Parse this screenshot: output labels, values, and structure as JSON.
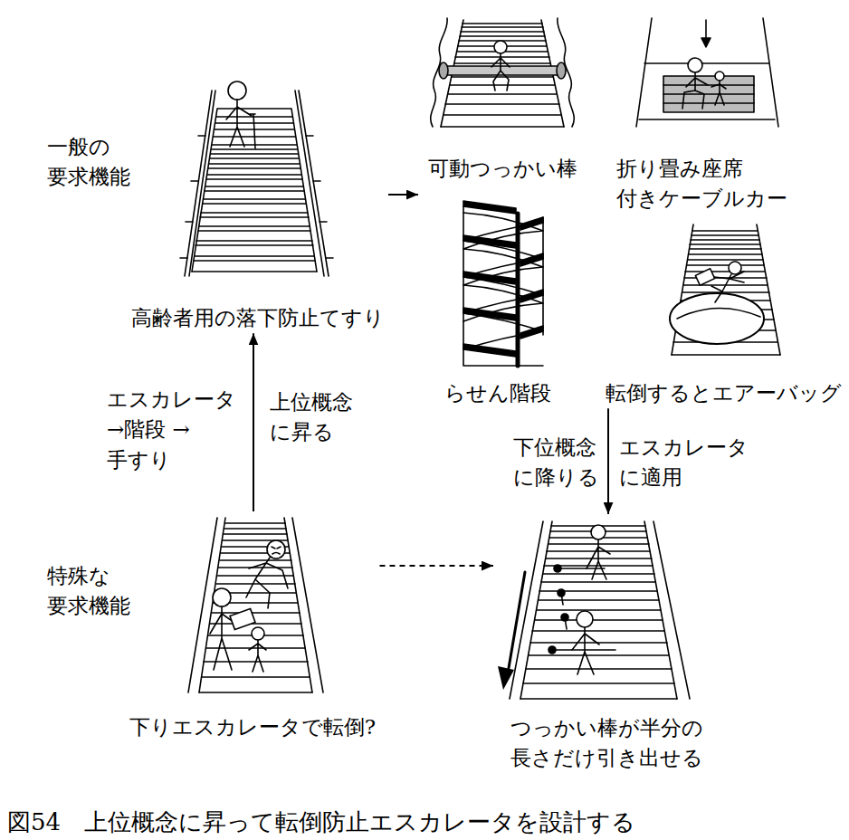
{
  "diagram": {
    "caption": "図54　上位概念に昇って転倒防止エスカレータを設計する",
    "nodes": [
      {
        "text": [
          "高齢者用の落下防止てすり"
        ]
      },
      {
        "text": [
          "可動つっかい棒"
        ]
      },
      {
        "text": [
          "折り畳み座席 付きケーブルカー"
        ]
      },
      {
        "text": [
          "らせん階段"
        ]
      },
      {
        "text": [
          "転倒するとエアーバッグ"
        ]
      },
      {
        "text": [
          "下りエスカレータで転倒?"
        ]
      },
      {
        "text": [
          "つっかい棒が半分の 長さだけ引き出せる"
        ]
      }
    ],
    "edges": [
      {
        "from": 5,
        "to": 0,
        "arrow": "to",
        "label": "上位概念 に昇る"
      },
      {
        "from": 0,
        "to": 1,
        "arrow": "to"
      },
      {
        "from": 4,
        "to": 6,
        "arrow": "to",
        "label": "下位概念 に降りる"
      },
      {
        "from": 5,
        "to": 6,
        "arrow": "to"
      }
    ],
    "labels": [
      "一般の 要求機能",
      "特殊な 要求機能",
      "エスカレータ →階段 →手すり",
      "エスカレータ に適用"
    ]
  }
}
